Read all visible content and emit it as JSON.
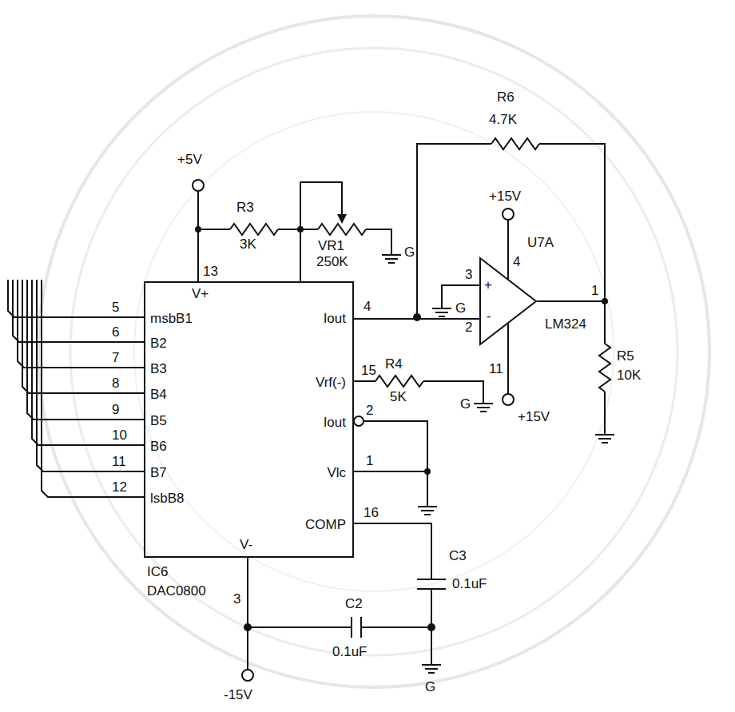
{
  "diagram": {
    "nodes": [
      {
        "text": [
          "V+",
          "msbB1",
          "B2",
          "B3",
          "B4",
          "B5",
          "B6",
          "B7",
          "lsbB8",
          "Iout",
          "Vrf(-)",
          "Iout",
          "Vlc",
          "COMP",
          "V-",
          "IC6",
          "DAC0800"
        ]
      },
      {
        "text": [
          "+",
          "-"
        ]
      }
    ],
    "edges": [
      {
        "from": 0,
        "to": 1,
        "arrow": "none"
      }
    ],
    "labels": [
      "+5V",
      "R3",
      "3K",
      "VR1",
      "250K",
      "G",
      "R6",
      "4.7K",
      "+15V",
      "U7A",
      "3",
      "4",
      "G",
      "1",
      "2",
      "LM324",
      "R5",
      "10K",
      "11",
      "+15V",
      "13",
      "5",
      "6",
      "7",
      "8",
      "9",
      "10",
      "11",
      "12",
      "4",
      "15",
      "R4",
      "5K",
      "G",
      "2",
      "1",
      "16",
      "C3",
      "0.1uF",
      "C2",
      "0.1uF",
      "3",
      "G",
      "-15V"
    ]
  }
}
